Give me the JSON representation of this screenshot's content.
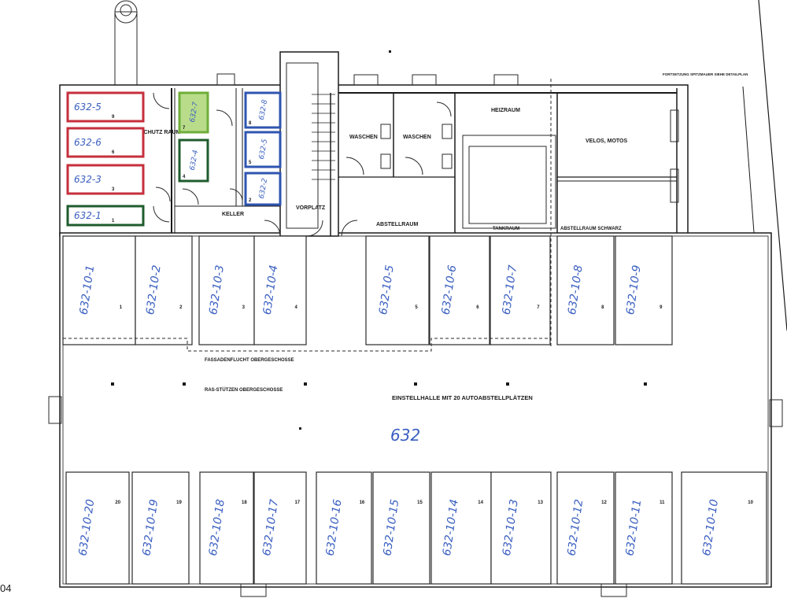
{
  "header_note": "FORTSETZUNG SPITZMAUER SIEHE DETAILPLAN",
  "page_number_fragment": "04",
  "building_label": "632",
  "rooms": {
    "schutzraum": "SCHUTZ RAUM",
    "keller": "KELLER",
    "vorplatz": "VORPLATZ",
    "waschen_1": "WASCHEN",
    "waschen_2": "WASCHEN",
    "heizraum": "HEIZRAUM",
    "tankraum": "TANKRAUM",
    "velos_motos": "VELOS, MOTOS",
    "abstellraum": "ABSTELLRAUM",
    "abstellraum_schwarz": "ABSTELLRAUM SCHWARZ",
    "fassadenflucht": "FASSADENFLUCHT OBERGESCHOSSE",
    "ras_stuetzen": "RAS-STÜTZEN OBERGESCHOSSE",
    "einstellhalle": "EINSTELLHALLE MIT 20 AUTOABSTELLPLÄTZEN"
  },
  "storage_units": [
    {
      "code": "632-5",
      "num": "9",
      "color": "#c62f3c"
    },
    {
      "code": "632-6",
      "num": "6",
      "color": "#c62f3c"
    },
    {
      "code": "632-3",
      "num": "3",
      "color": "#c62f3c"
    },
    {
      "code": "632-1",
      "num": "1",
      "color": "#1f5c2e"
    },
    {
      "code": "632-7",
      "num": "7",
      "color": "#6fae3a"
    },
    {
      "code": "632-4",
      "num": "4",
      "color": "#1f5c2e"
    },
    {
      "code": "632-8",
      "num": "8",
      "color": "#2f55b0"
    },
    {
      "code": "632-5",
      "num": "5",
      "color": "#2f55b0"
    },
    {
      "code": "632-2",
      "num": "2",
      "color": "#2f55b0"
    }
  ],
  "parking_top": [
    {
      "code": "632-10-1",
      "num": "1"
    },
    {
      "code": "632-10-2",
      "num": "2"
    },
    {
      "code": "632-10-3",
      "num": "3"
    },
    {
      "code": "632-10-4",
      "num": "4"
    },
    {
      "code": "632-10-5",
      "num": "5"
    },
    {
      "code": "632-10-6",
      "num": "6"
    },
    {
      "code": "632-10-7",
      "num": "7"
    },
    {
      "code": "632-10-8",
      "num": "8"
    },
    {
      "code": "632-10-9",
      "num": "9"
    }
  ],
  "parking_bottom": [
    {
      "code": "632-10-20",
      "num": "20"
    },
    {
      "code": "632-10-19",
      "num": "19"
    },
    {
      "code": "632-10-18",
      "num": "18"
    },
    {
      "code": "632-10-17",
      "num": "17"
    },
    {
      "code": "632-10-16",
      "num": "16"
    },
    {
      "code": "632-10-15",
      "num": "15"
    },
    {
      "code": "632-10-14",
      "num": "14"
    },
    {
      "code": "632-10-13",
      "num": "13"
    },
    {
      "code": "632-10-12",
      "num": "12"
    },
    {
      "code": "632-10-11",
      "num": "11"
    },
    {
      "code": "632-10-10",
      "num": "10"
    }
  ],
  "colors": {
    "ink": "#1a1a1a",
    "handwriting_blue": "#3a5fc0",
    "red_marker": "#c62f3c",
    "dark_green_marker": "#1f5c2e",
    "light_green_marker": "#6fae3a",
    "blue_marker": "#2f55b0"
  }
}
